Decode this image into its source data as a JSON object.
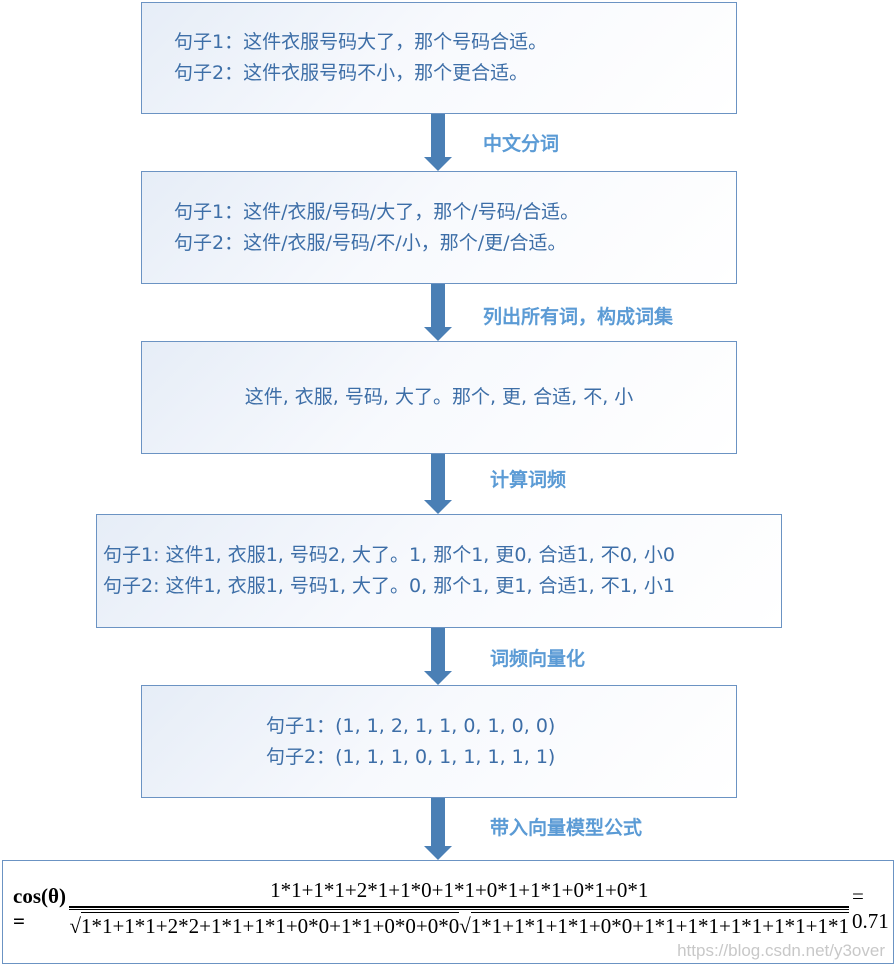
{
  "steps": [
    {
      "lines": [
        "句子1：这件衣服号码大了，那个号码合适。",
        "句子2：这件衣服号码不小，那个更合适。"
      ]
    },
    {
      "lines": [
        "句子1：这件/衣服/号码/大了，那个/号码/合适。",
        "句子2：这件/衣服/号码/不/小，那个/更/合适。"
      ]
    },
    {
      "lines": [
        "这件, 衣服, 号码, 大了。那个, 更, 合适, 不, 小"
      ]
    },
    {
      "lines": [
        "句子1: 这件1, 衣服1, 号码2, 大了。1,  那个1, 更0, 合适1, 不0, 小0",
        "句子2: 这件1, 衣服1, 号码1, 大了。0,  那个1, 更1, 合适1, 不1, 小1"
      ]
    },
    {
      "lines": [
        "句子1：(1, 1, 2, 1, 1, 0, 1, 0, 0)",
        "句子2：(1, 1, 1, 0, 1, 1, 1, 1, 1)"
      ]
    }
  ],
  "arrow_labels": [
    "中文分词",
    "列出所有词，构成词集",
    "计算词频",
    "词频向量化",
    "带入向量模型公式"
  ],
  "formula": {
    "lhs": "cos(θ) =",
    "numerator": "1*1+1*1+2*1+1*0+1*1+0*1+1*1+0*1+0*1",
    "sqrt1": "1*1+1*1+2*2+1*1+1*1+0*0+1*1+0*0+0*0",
    "sqrt2": "1*1+1*1+1*1+0*0+1*1+1*1+1*1+1*1+1*1",
    "result": "= 0.71"
  },
  "watermark": "https://blog.csdn.net/y3over",
  "colors": {
    "box_border": "#6b93c3",
    "text": "#3d6ea7",
    "arrow": "#4a7fb5",
    "label": "#5b9bd5"
  }
}
